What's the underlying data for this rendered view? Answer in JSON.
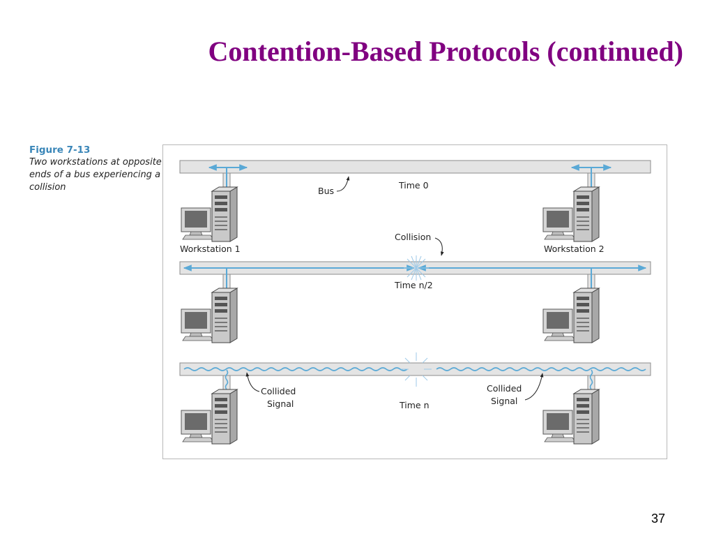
{
  "slide": {
    "title": "Contention-Based Protocols (continued)",
    "page_number": "37"
  },
  "figure": {
    "number": "Figure 7-13",
    "caption": "Two workstations at opposite ends of a bus experiencing a collision",
    "colors": {
      "signal": "#5aa9d6",
      "bus_fill": "#e4e4e4",
      "bus_border": "#8c8c8c",
      "title": "#800080",
      "figure_number": "#3a86b8"
    },
    "labels": {
      "bus": "Bus",
      "time0": "Time 0",
      "collision": "Collision",
      "workstation1": "Workstation 1",
      "workstation2": "Workstation 2",
      "time_half": "Time n/2",
      "time_n": "Time n",
      "collided_signal_left_line1": "Collided",
      "collided_signal_left_line2": "Signal",
      "collided_signal_right_line1": "Collided",
      "collided_signal_right_line2": "Signal"
    }
  }
}
